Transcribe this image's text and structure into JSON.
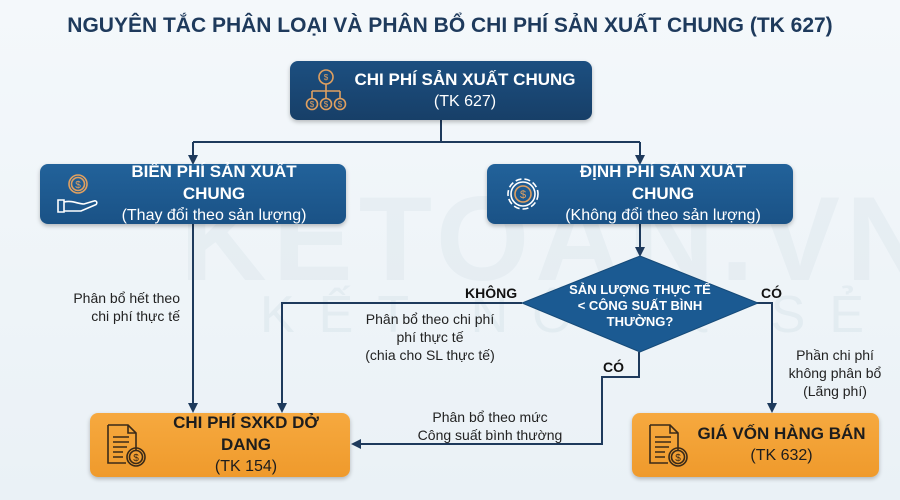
{
  "watermark": {
    "logo": "KETOAN.VN",
    "tagline": "KẾT NỐI & SẺ CHIA"
  },
  "title": "NGUYÊN TẮC PHÂN LOẠI VÀ PHÂN BỔ CHI PHÍ SẢN XUẤT CHUNG (TK 627)",
  "nodes": {
    "root": {
      "title": "CHI PHÍ SẢN XUẤT CHUNG",
      "sub": "(TK 627)",
      "icon": "money-hierarchy-icon"
    },
    "variable": {
      "title": "BIẾN PHÍ SẢN XUẤT CHUNG",
      "sub": "(Thay đổi theo sản lượng)",
      "icon": "hand-coin-icon"
    },
    "fixed": {
      "title": "ĐỊNH PHÍ SẢN XUẤT CHUNG",
      "sub": "(Không đổi theo sản lượng)",
      "icon": "gear-coin-icon"
    },
    "decision": {
      "lines": [
        "SẢN LƯỢNG THỰC TẾ",
        "< CÔNG SUẤT BÌNH",
        "THƯỜNG?"
      ]
    },
    "wip": {
      "title": "CHI PHÍ SXKD DỞ DANG",
      "sub": "(TK 154)",
      "icon": "document-coin-icon"
    },
    "cogs": {
      "title": "GIÁ VỐN HÀNG BÁN",
      "sub": "(TK 632)",
      "icon": "document-coin-icon"
    }
  },
  "edges": {
    "variable_to_wip": [
      "Phân bổ hết theo",
      "chi phí thực tế"
    ],
    "no_label": "KHÔNG",
    "no_desc": [
      "Phân bổ theo chi phí",
      "phí thực tế",
      "(chia cho SL thực tế)"
    ],
    "yes_label_right": "CÓ",
    "yes_right_desc": [
      "Phần chi phí",
      "không phân bổ",
      "(Lãng phí)"
    ],
    "yes_label_bottom": "CÓ",
    "yes_bottom_desc": [
      "Phân bổ theo mức",
      "Công suất bình thường"
    ]
  },
  "colors": {
    "navy": "#1b4a78",
    "blue": "#1f5c93",
    "orange": "#f3a136",
    "line": "#1e3a5c"
  }
}
